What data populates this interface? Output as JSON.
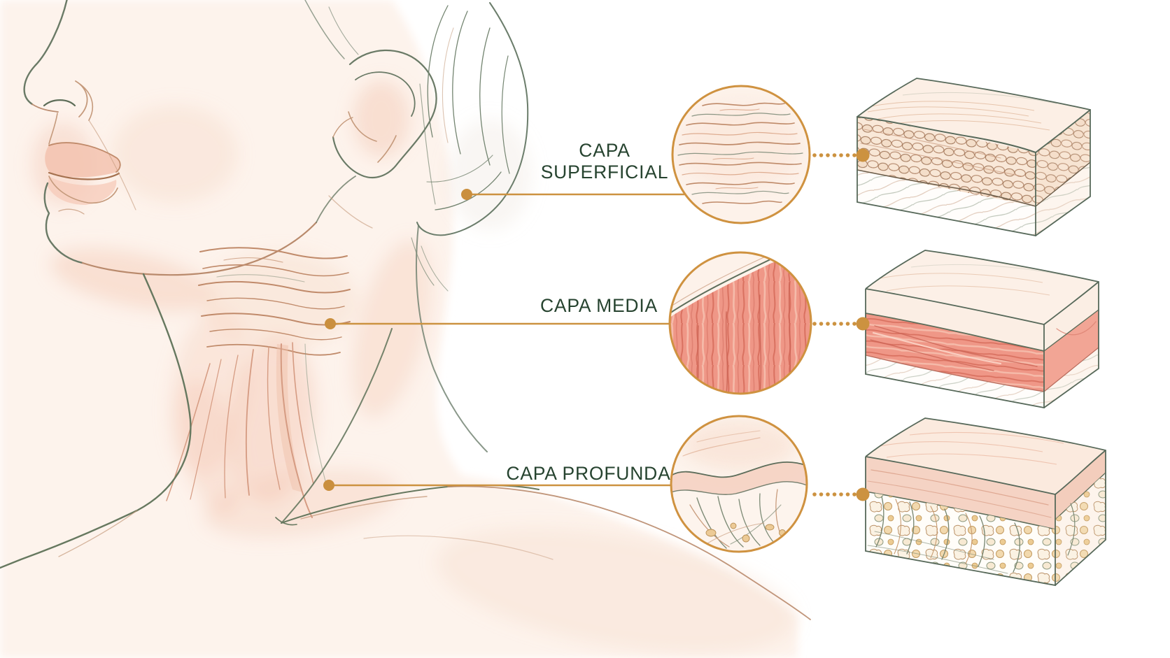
{
  "diagram": {
    "subject": "neck-skin-layers-anatomy",
    "language": "es",
    "callouts": [
      {
        "id": "capa-superficial",
        "label_lines": [
          "CAPA",
          "SUPERFICIAL"
        ]
      },
      {
        "id": "capa-media",
        "label_lines": [
          "CAPA MEDIA"
        ]
      },
      {
        "id": "capa-profunda",
        "label_lines": [
          "CAPA PROFUNDA"
        ]
      }
    ],
    "colors": {
      "accent_gold": "#cc9240",
      "label_green": "#26432f",
      "outline_green": "#617460",
      "line_tan": "#c08a6a",
      "skin_light": "#fdf2ea",
      "skin_shade": "#f5cdb9",
      "muscle_pink": "#ef9787",
      "muscle_dark": "#d97160",
      "muscle_highlight": "#f7bfae",
      "fat_cream": "#f7e9d2",
      "fat_gold": "#eccb92"
    }
  }
}
